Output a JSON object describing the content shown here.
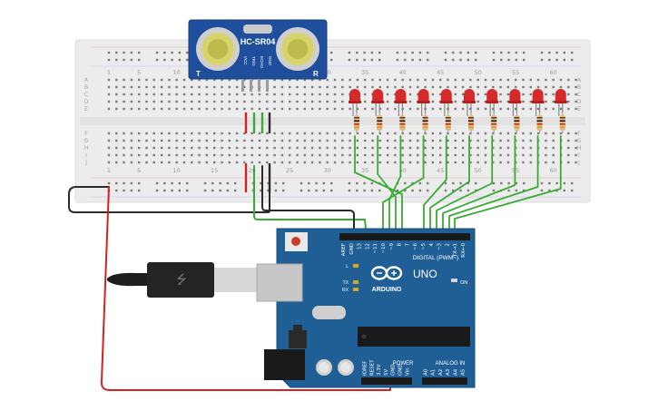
{
  "sensor": {
    "model": "HC-SR04",
    "corner_left": "T",
    "corner_right": "R",
    "pins": [
      "VCC",
      "TRIG",
      "ECHO",
      "GND"
    ]
  },
  "breadboard": {
    "column_numbers": [
      "1",
      "5",
      "10",
      "15",
      "20",
      "25",
      "30",
      "35",
      "40",
      "45",
      "50",
      "55",
      "60"
    ],
    "row_letters_top": [
      "A",
      "B",
      "C",
      "D",
      "E"
    ],
    "row_letters_bottom": [
      "F",
      "G",
      "H",
      "I",
      "J"
    ]
  },
  "arduino": {
    "brand": "ARDUINO",
    "model": "UNO",
    "digital_label": "DIGITAL (PWM~)",
    "power_label": "POWER",
    "analog_label": "ANALOG IN",
    "on_label": "ON",
    "led_labels": [
      "L",
      "TX",
      "RX"
    ],
    "digital_pins": [
      "AREF",
      "GND",
      "13",
      "12",
      "~11",
      "~10",
      "~9",
      "8",
      "7",
      "~6",
      "~5",
      "4",
      "~3",
      "2",
      "TX→1",
      "RX←0"
    ],
    "power_pins": [
      "IOREF",
      "RESET",
      "3.3V",
      "5V",
      "GND",
      "GND",
      "Vin"
    ],
    "analog_pins": [
      "A0",
      "A1",
      "A2",
      "A3",
      "A4",
      "A5"
    ]
  },
  "leds": {
    "count": 10,
    "color": "#d42a2a"
  },
  "colors": {
    "breadboard": "#ececec",
    "pcb": "#1f5f96",
    "wire_green": "#3aaa35",
    "wire_red": "#d42222",
    "wire_black": "#2b2b2b",
    "usb_cable": "#1e1e1e"
  }
}
